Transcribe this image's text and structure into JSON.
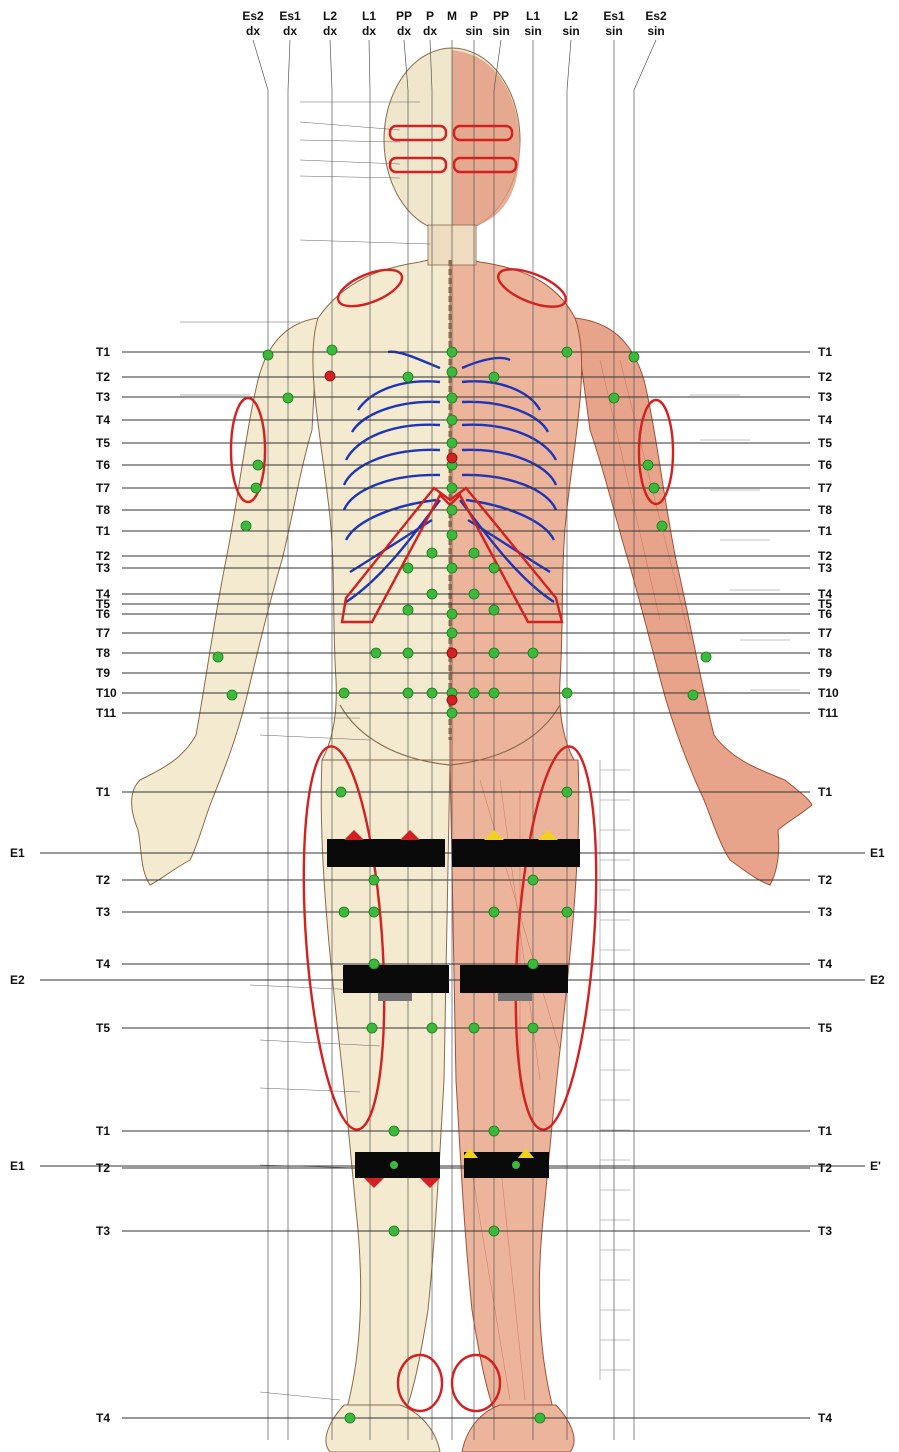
{
  "header": {
    "columns": [
      {
        "name": "Es2",
        "side": "dx"
      },
      {
        "name": "Es1",
        "side": "dx"
      },
      {
        "name": "L2",
        "side": "dx"
      },
      {
        "name": "L1",
        "side": "dx"
      },
      {
        "name": "PP",
        "side": "dx"
      },
      {
        "name": "P",
        "side": "dx"
      },
      {
        "name": "M",
        "side": ""
      },
      {
        "name": "P",
        "side": "sin"
      },
      {
        "name": "PP",
        "side": "sin"
      },
      {
        "name": "L1",
        "side": "sin"
      },
      {
        "name": "L2",
        "side": "sin"
      },
      {
        "name": "Es1",
        "side": "sin"
      },
      {
        "name": "Es2",
        "side": "sin"
      }
    ]
  },
  "levels": {
    "left": [
      "T1",
      "T2",
      "T3",
      "T4",
      "T5",
      "T6",
      "T7",
      "T8",
      "T1",
      "T2",
      "T3",
      "T4",
      "T5",
      "T6",
      "T7",
      "T8",
      "T9",
      "T10",
      "T11",
      "T1",
      "E1",
      "T2",
      "T3",
      "T4",
      "E2",
      "T5",
      "T1",
      "E1",
      "T2",
      "T3",
      "T4"
    ],
    "right": [
      "T1",
      "T2",
      "T3",
      "T4",
      "T5",
      "T6",
      "T7",
      "T8",
      "T1",
      "T2",
      "T3",
      "T4",
      "T5",
      "T6",
      "T7",
      "T8",
      "T9",
      "T10",
      "T11",
      "T1",
      "E1",
      "T2",
      "T3",
      "T4",
      "E2",
      "T5",
      "T1",
      "E'",
      "T2",
      "T3",
      "T4"
    ]
  },
  "colors": {
    "skin": "#f3ead0",
    "muscle": "#d9826a",
    "ribs": "#1f35b8",
    "highlight": "#d42020",
    "point": "#3cb83c",
    "point_edge": "#1c7a1c",
    "band": "#0a0a0a",
    "bone_line": "#8a6a4a"
  }
}
